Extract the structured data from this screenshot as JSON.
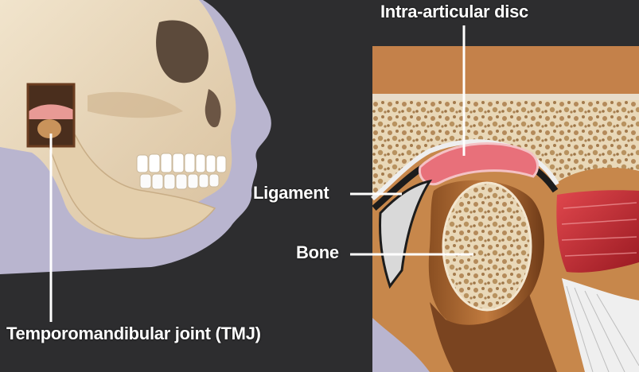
{
  "labels": {
    "intra_articular_disc": "Intra-articular disc",
    "ligament": "Ligament",
    "bone": "Bone",
    "tmj": "Temporomandibular joint (TMJ)"
  },
  "colors": {
    "background": "#2d2d2f",
    "skull_panel": "#b9b5cf",
    "bone_beige": "#e7d4b8",
    "disc_pink": "#e8707a",
    "muscle_red": "#c8252e",
    "cartilage_white": "#eeeeee"
  }
}
